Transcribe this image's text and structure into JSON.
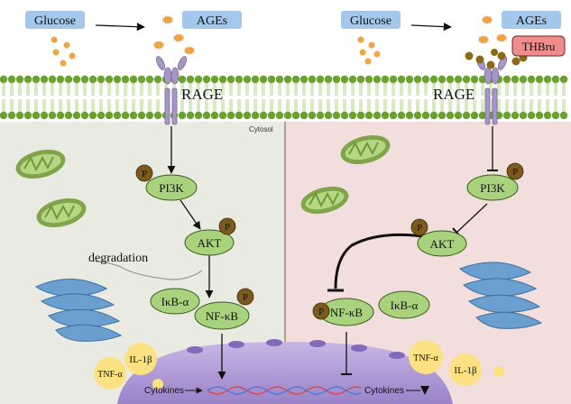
{
  "left_panel": {
    "glucose_label": "Glucose",
    "ages_label": "AGEs",
    "receptor_label": "RAGE",
    "compartment_label": "Cytosol",
    "pi3k_label": "PI3K",
    "akt_label": "AKT",
    "ikb_label": "IκB-α",
    "nfkb_label": "NF-κB",
    "degradation_label": "degradation",
    "il1b_label": "IL-1β",
    "tnfa_label": "TNF-α",
    "cytokines_label": "Cytokines",
    "phospho_label": "P"
  },
  "right_panel": {
    "glucose_label": "Glucose",
    "ages_label": "AGEs",
    "drug_label": "THBru",
    "receptor_label": "RAGE",
    "pi3k_label": "PI3K",
    "akt_label": "AKT",
    "nfkb_label": "NF-κB",
    "ikb_label": "IκB-α",
    "tnfa_label": "TNF-α",
    "il1b_label": "IL-1β",
    "cytokines_label": "Cytokines",
    "phospho_label": "P"
  },
  "colors": {
    "membrane_head": "#6aa12f",
    "membrane_tail": "#b6d48a",
    "left_cytosol": "#e9ebe3",
    "right_cytosol": "#f2dedd",
    "protein_fill": "#a8d27c",
    "phospho_fill": "#7b5a1c",
    "label_box": "#a3c8ec",
    "drug_box": "#f08c8c",
    "cytokine_fill": "#fbe181",
    "nucleus_fill": "#b09bd6",
    "ages_particle": "#f2a441",
    "drug_particle": "#8a6a16"
  }
}
